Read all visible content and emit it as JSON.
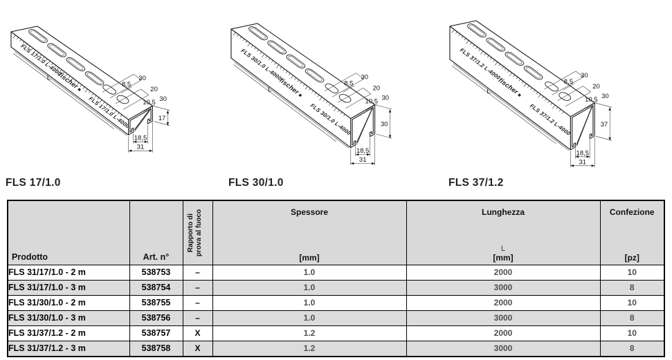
{
  "drawings": [
    {
      "label": "FLS 17/1.0",
      "marking": "FLS 17/1.0 L-4000",
      "brand": "fischer",
      "dims": {
        "slot_width": "8,5",
        "slot_length": "30",
        "gap": "20",
        "hole_width": "10,5",
        "pitch": "30",
        "height": "17",
        "opening": "18,5",
        "width": "31",
        "length_symbol": "L"
      }
    },
    {
      "label": "FLS 30/1.0",
      "marking": "FLS 30/1.0 L-4000",
      "brand": "fischer",
      "dims": {
        "slot_width": "8,5",
        "slot_length": "30",
        "gap": "20",
        "hole_width": "10,5",
        "pitch": "30",
        "height": "30",
        "opening": "18,5",
        "width": "31",
        "length_symbol": "L"
      }
    },
    {
      "label": "FLS 37/1.2",
      "marking": "FLS 37/1.2 L-4000",
      "brand": "fischer",
      "dims": {
        "slot_width": "8,5",
        "slot_length": "30",
        "gap": "20",
        "hole_width": "10,5",
        "pitch": "30",
        "height": "37",
        "opening": "18,5",
        "width": "31",
        "length_symbol": "L"
      }
    }
  ],
  "table": {
    "columns": [
      {
        "label": "Prodotto"
      },
      {
        "label": "Art. n°"
      },
      {
        "label": "Rapporto di prova al fuoco"
      },
      {
        "label": "Spessore",
        "unit": "[mm]"
      },
      {
        "label": "Lunghezza",
        "symbol": "L",
        "unit": "[mm]"
      },
      {
        "label": "Confezione",
        "unit": "[pz]"
      }
    ],
    "rows": [
      {
        "prodotto": "FLS 31/17/1.0 - 2 m",
        "art": "538753",
        "fuoco": "–",
        "spessore": "1.0",
        "lunghezza": "2000",
        "confezione": "10"
      },
      {
        "prodotto": "FLS 31/17/1.0 - 3 m",
        "art": "538754",
        "fuoco": "–",
        "spessore": "1.0",
        "lunghezza": "3000",
        "confezione": "8"
      },
      {
        "prodotto": "FLS 31/30/1.0 - 2 m",
        "art": "538755",
        "fuoco": "–",
        "spessore": "1.0",
        "lunghezza": "2000",
        "confezione": "10"
      },
      {
        "prodotto": "FLS 31/30/1.0 - 3 m",
        "art": "538756",
        "fuoco": "–",
        "spessore": "1.0",
        "lunghezza": "3000",
        "confezione": "8"
      },
      {
        "prodotto": "FLS 31/37/1.2 - 2 m",
        "art": "538757",
        "fuoco": "X",
        "spessore": "1.2",
        "lunghezza": "2000",
        "confezione": "10"
      },
      {
        "prodotto": "FLS 31/37/1.2 - 3 m",
        "art": "538758",
        "fuoco": "X",
        "spessore": "1.2",
        "lunghezza": "3000",
        "confezione": "8"
      }
    ]
  },
  "colors": {
    "header_bg": "#d9d9d9",
    "row_alt_bg": "#dcdcdc",
    "border": "#000000",
    "value_text": "#4f4f4f",
    "line": "#1f1f1f"
  }
}
